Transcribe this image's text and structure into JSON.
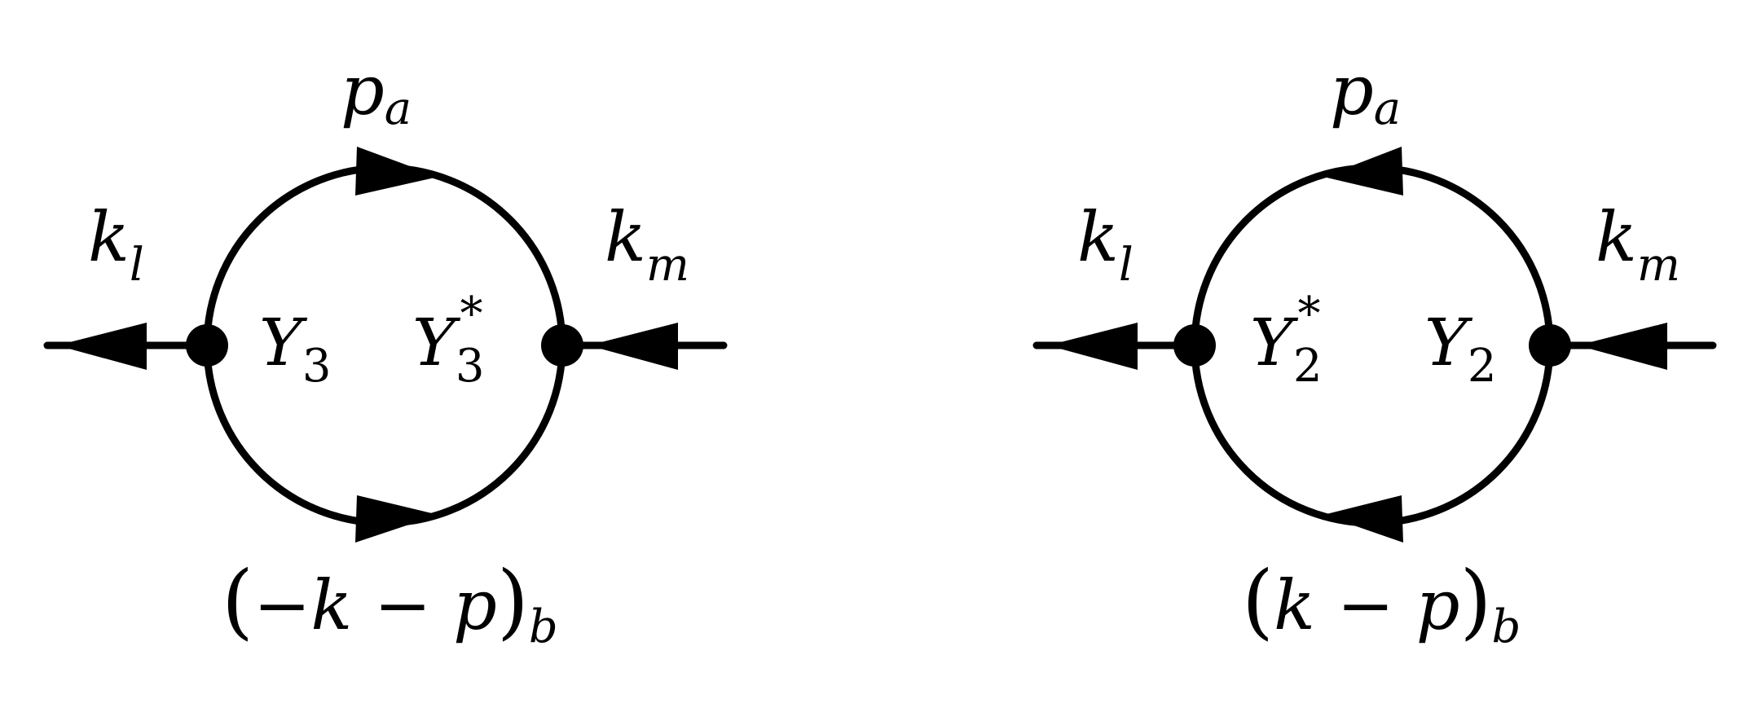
{
  "diagrams": [
    {
      "id": "left",
      "top_label": {
        "base": "p",
        "sub": "a"
      },
      "left_label": {
        "base": "k",
        "sub": "l"
      },
      "right_label": {
        "base": "k",
        "sub": "m"
      },
      "left_vertex": {
        "base": "Y",
        "sub": "3",
        "sup": ""
      },
      "right_vertex": {
        "base": "Y",
        "sub": "3",
        "sup": "*"
      },
      "bottom_label": {
        "open": "(",
        "body": "−k − p",
        "close": ")",
        "sub": "b"
      }
    },
    {
      "id": "right",
      "top_label": {
        "base": "p",
        "sub": "a"
      },
      "left_label": {
        "base": "k",
        "sub": "l"
      },
      "right_label": {
        "base": "k",
        "sub": "m"
      },
      "left_vertex": {
        "base": "Y",
        "sub": "2",
        "sup": "*"
      },
      "right_vertex": {
        "base": "Y",
        "sub": "2",
        "sup": ""
      },
      "bottom_label": {
        "open": "(",
        "body": "k − p",
        "close": ")",
        "sub": "b"
      }
    }
  ],
  "colors": {
    "ink": "#000000",
    "background": "#ffffff"
  }
}
